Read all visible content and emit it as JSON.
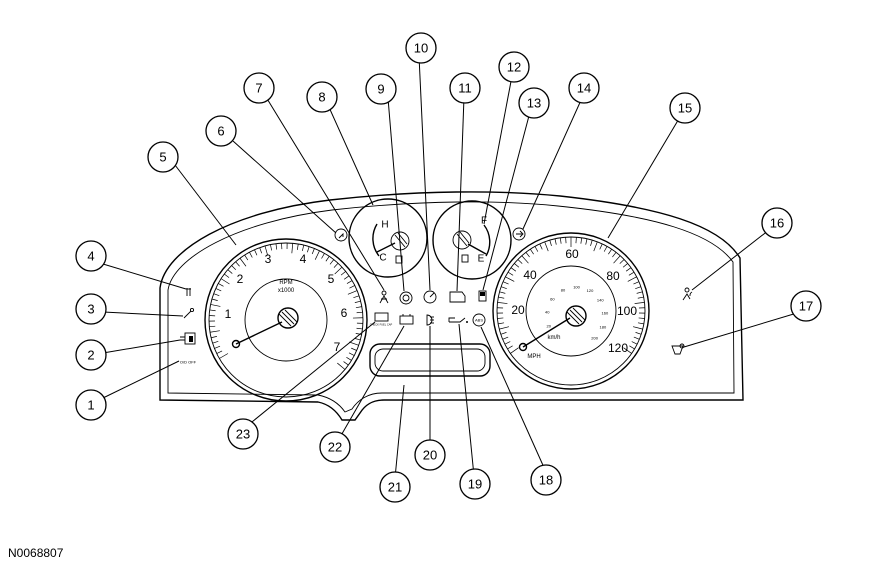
{
  "figure_code": "N0068807",
  "tachometer": {
    "ticks": [
      "1",
      "2",
      "3",
      "4",
      "5",
      "6",
      "7"
    ],
    "label_rpm": "RPM",
    "label_scale": "x1000"
  },
  "speedometer": {
    "ticks": [
      "20",
      "40",
      "60",
      "80",
      "100",
      "120"
    ],
    "inner_ticks": [
      "20",
      "40",
      "60",
      "80",
      "100",
      "120",
      "140",
      "160",
      "180",
      "200"
    ],
    "label_mph": "MPH",
    "label_kmh": "km/h"
  },
  "temp_gauge": {
    "hot": "H",
    "cold": "C"
  },
  "fuel_gauge": {
    "full": "F",
    "empty": "E"
  },
  "indicators": {
    "check_fuel_cap": "CHECK FUEL CAP",
    "od_off": "O/D OFF"
  },
  "callouts": [
    "1",
    "2",
    "3",
    "4",
    "5",
    "6",
    "7",
    "8",
    "9",
    "10",
    "11",
    "12",
    "13",
    "14",
    "15",
    "16",
    "17",
    "18",
    "19",
    "20",
    "21",
    "22",
    "23"
  ]
}
